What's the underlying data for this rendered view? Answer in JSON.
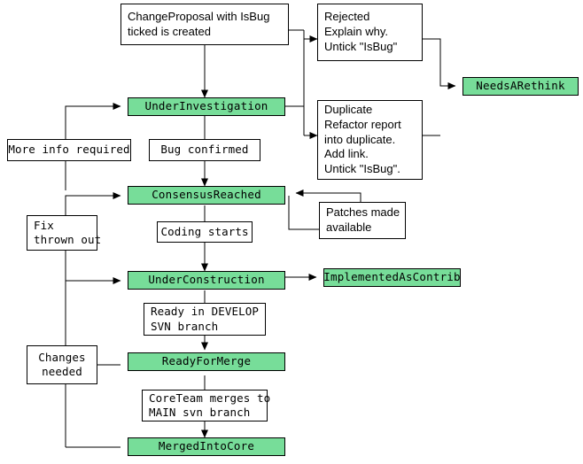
{
  "diagram": {
    "title": "ChangeProposal workflow state diagram",
    "colors": {
      "state_fill": "#77dd99",
      "note_fill": "#ffffff",
      "stroke": "#000000",
      "text": "#000000"
    },
    "nodes": {
      "change_proposal": {
        "kind": "note",
        "lines": [
          "ChangeProposal with IsBug",
          "ticked is created"
        ]
      },
      "rejected": {
        "kind": "note",
        "lines": [
          "Rejected",
          "Explain why.",
          "Untick \"IsBug\""
        ]
      },
      "duplicate": {
        "kind": "note",
        "lines": [
          "Duplicate",
          "Refactor report",
          "into duplicate.",
          "Add link.",
          "Untick \"IsBug\"."
        ]
      },
      "needs_a_rethink": {
        "kind": "state",
        "label": "NeedsARethink"
      },
      "under_investigation": {
        "kind": "state",
        "label": "UnderInvestigation"
      },
      "more_info_required": {
        "kind": "mono",
        "lines": [
          "More info required"
        ]
      },
      "bug_confirmed": {
        "kind": "mono",
        "lines": [
          "Bug confirmed"
        ]
      },
      "consensus_reached": {
        "kind": "state",
        "label": "ConsensusReached"
      },
      "patches_made_available": {
        "kind": "note",
        "lines": [
          "Patches made",
          "available"
        ]
      },
      "fix_thrown_out": {
        "kind": "mono",
        "lines": [
          "Fix",
          "thrown out"
        ]
      },
      "coding_starts": {
        "kind": "mono",
        "lines": [
          "Coding starts"
        ]
      },
      "under_construction": {
        "kind": "state",
        "label": "UnderConstruction"
      },
      "implemented_as_contrib": {
        "kind": "state",
        "label": "ImplementedAsContrib"
      },
      "ready_in_develop": {
        "kind": "mono",
        "lines": [
          "Ready in DEVELOP",
          "SVN branch"
        ]
      },
      "changes_needed": {
        "kind": "mono",
        "lines": [
          "Changes",
          "needed"
        ]
      },
      "ready_for_merge": {
        "kind": "state",
        "label": "ReadyForMerge"
      },
      "coreteam_merges": {
        "kind": "mono",
        "lines": [
          "CoreTeam merges to",
          "MAIN svn branch"
        ]
      },
      "merged_into_core": {
        "kind": "state",
        "label": "MergedIntoCore"
      }
    }
  }
}
